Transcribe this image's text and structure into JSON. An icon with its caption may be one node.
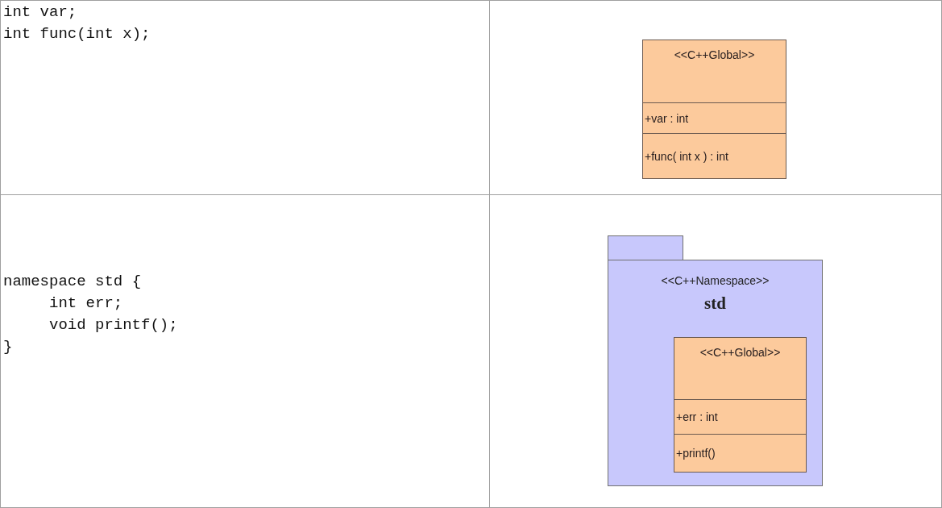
{
  "diagram": {
    "nodes": [
      {
        "text": [
          "<<C++Global>>",
          "+var : int",
          "+func( int x ) : int"
        ]
      },
      {
        "text": [
          "<<C++Namespace>>",
          "std"
        ]
      },
      {
        "text": [
          "<<C++Global>>",
          "+err : int",
          "+printf()"
        ],
        "in": 1
      }
    ],
    "labels": [
      "int var;",
      "int func(int x);",
      "namespace std {",
      "int err;",
      "void printf();",
      "}"
    ]
  }
}
